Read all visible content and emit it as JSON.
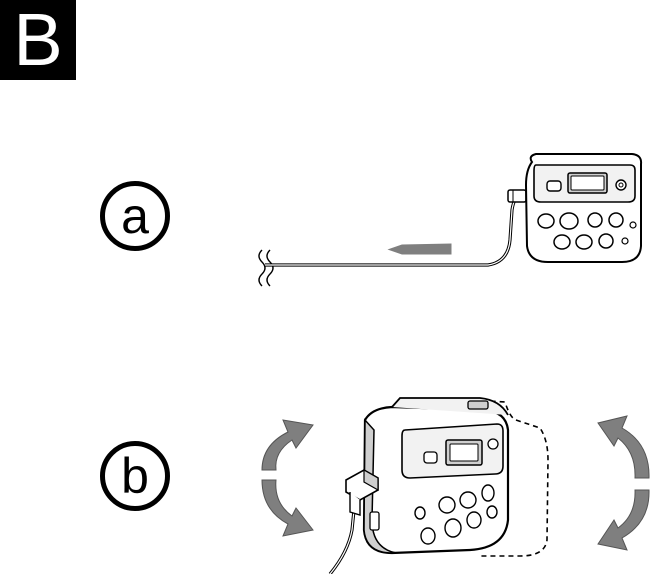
{
  "section": {
    "letter": "B"
  },
  "steps": [
    {
      "label": "a"
    },
    {
      "label": "b"
    }
  ],
  "colors": {
    "ink": "#000000",
    "arrow_gray": "#7f7f7f",
    "device_fill": "#f2f2f2",
    "device_shade": "#cfcfcf",
    "background": "#ffffff"
  }
}
